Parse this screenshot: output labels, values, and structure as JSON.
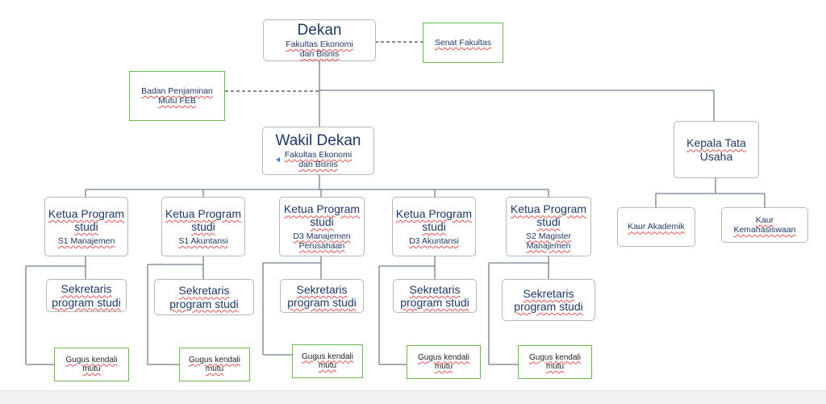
{
  "dekan": {
    "title": "Dekan",
    "line1": "Fakultas Ekonomi",
    "line2": "dan Bisnis"
  },
  "senat": {
    "label": "Senat Fakultas"
  },
  "badan": {
    "line1": "Badan Penjaminan",
    "line2": "Mutu  FEB"
  },
  "wakil": {
    "title": "Wakil Dekan",
    "line1": "Fakultas Ekonomi",
    "line2": "dan Bisnis"
  },
  "kepala": {
    "line1": "Kepala Tata",
    "line2": "Usaha"
  },
  "kaur_akademik": {
    "label": "Kaur Akademik"
  },
  "kaur_kemahasiswaan": {
    "line1": "Kaur",
    "line2": "Kemahasiswaan"
  },
  "programs": [
    {
      "line1": "Ketua Program",
      "line2": "studi",
      "sub1": "S1 Manajemen",
      "sub2": ""
    },
    {
      "line1": "Ketua Program",
      "line2": "studi",
      "sub1": "S1 Akuntansi",
      "sub2": ""
    },
    {
      "line1": "Ketua Program",
      "line2": "studi",
      "sub1": "D3 Manajemen",
      "sub2": "Perusahaan"
    },
    {
      "line1": "Ketua Program",
      "line2": "studi",
      "sub1": "D3 Akuntansi",
      "sub2": ""
    },
    {
      "line1": "Ketua Program",
      "line2": "studi",
      "sub1": "S2 Magister",
      "sub2": "Manajemen"
    }
  ],
  "sekretaris": {
    "line1": "Sekretaris",
    "line2": "program studi"
  },
  "gugus": {
    "line1": "Gugus kendali",
    "line2": "mutu"
  },
  "colors": {
    "box_border": "#b7b7b7",
    "green_border": "#6cb851",
    "text": "#1f3864",
    "line": "#6f7f8f"
  }
}
